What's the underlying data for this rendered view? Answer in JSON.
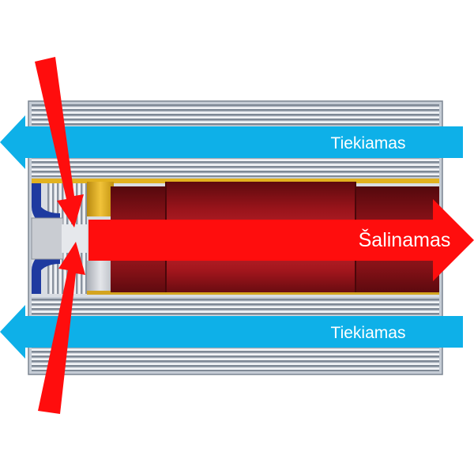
{
  "labels": {
    "supply_top": "Tiekiamas",
    "exhaust": "Šalinamas",
    "supply_bottom": "Tiekiamas"
  },
  "colors": {
    "supply_arrow": "#0eb0e8",
    "exhaust_arrow": "#ff0d0d",
    "casing": "#b4bcc8",
    "fin_dark": "#7f8996",
    "fin_light": "#f2f4f7",
    "core_dark": "#6f0d12",
    "core_mid": "#b01620",
    "core_light": "#cf3a40",
    "yellow_trim": "#e2b21f",
    "blue_fitting": "#1e3aa0",
    "grey_fitting": "#c9ccd2"
  }
}
